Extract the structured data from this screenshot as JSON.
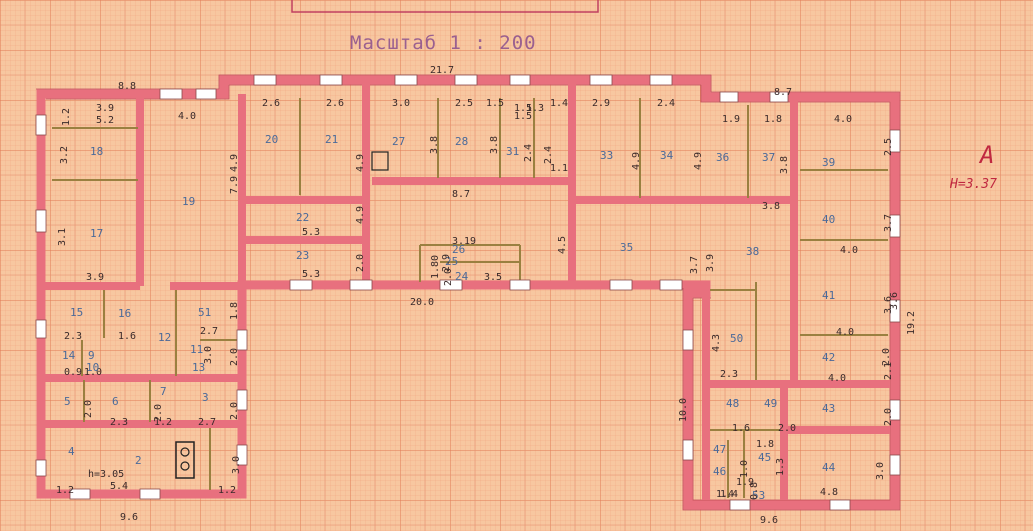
{
  "title": "Масштаб 1 : 200",
  "stamp_text": "",
  "mark": "А",
  "height_label": "Н=3.37",
  "height_note": "h=3.05",
  "outer_dims": [
    "8.8",
    "21.7",
    "8.7",
    "20.0",
    "19.2",
    "10.0",
    "9.6",
    "9.6",
    "5.4",
    "4.8"
  ],
  "rooms": [
    {
      "id": "2",
      "dims": []
    },
    {
      "id": "3",
      "dims": [
        "2.7"
      ]
    },
    {
      "id": "4",
      "dims": []
    },
    {
      "id": "5",
      "dims": [
        "2.0"
      ]
    },
    {
      "id": "6",
      "dims": [
        "2.3"
      ]
    },
    {
      "id": "7",
      "dims": [
        "1.2"
      ]
    },
    {
      "id": "9",
      "dims": [
        "1.0"
      ]
    },
    {
      "id": "10",
      "dims": [
        "0.9"
      ]
    },
    {
      "id": "11",
      "dims": [
        "3.0"
      ]
    },
    {
      "id": "12",
      "dims": [
        "2.7"
      ]
    },
    {
      "id": "13",
      "dims": []
    },
    {
      "id": "14",
      "dims": []
    },
    {
      "id": "15",
      "dims": [
        "2.3"
      ]
    },
    {
      "id": "16",
      "dims": [
        "1.6"
      ]
    },
    {
      "id": "17",
      "dims": [
        "3.1"
      ]
    },
    {
      "id": "18",
      "dims": [
        "3.2",
        "3.9"
      ]
    },
    {
      "id": "19",
      "dims": [
        "4.0"
      ]
    },
    {
      "id": "20",
      "dims": [
        "2.6"
      ]
    },
    {
      "id": "21",
      "dims": [
        "2.6"
      ]
    },
    {
      "id": "22",
      "dims": [
        "5.3"
      ]
    },
    {
      "id": "23",
      "dims": [
        "5.3"
      ]
    },
    {
      "id": "24",
      "dims": [
        "3.5"
      ]
    },
    {
      "id": "25",
      "dims": []
    },
    {
      "id": "26",
      "dims": [
        "8.7"
      ]
    },
    {
      "id": "27",
      "dims": [
        "3.0"
      ]
    },
    {
      "id": "28",
      "dims": [
        "2.5"
      ]
    },
    {
      "id": "31",
      "dims": [
        "1.5"
      ]
    },
    {
      "id": "33",
      "dims": [
        "2.9"
      ]
    },
    {
      "id": "34",
      "dims": [
        "2.4"
      ]
    },
    {
      "id": "35",
      "dims": [
        "4.5"
      ]
    },
    {
      "id": "36",
      "dims": [
        "1.9"
      ]
    },
    {
      "id": "37",
      "dims": [
        "1.8"
      ]
    },
    {
      "id": "38",
      "dims": [
        "3.9"
      ]
    },
    {
      "id": "39",
      "dims": [
        "4.0"
      ]
    },
    {
      "id": "40",
      "dims": [
        "4.0"
      ]
    },
    {
      "id": "41",
      "dims": [
        "3.6"
      ]
    },
    {
      "id": "42",
      "dims": [
        "4.0"
      ]
    },
    {
      "id": "43",
      "dims": [
        "4.0"
      ]
    },
    {
      "id": "44",
      "dims": [
        "3.0"
      ]
    },
    {
      "id": "45",
      "dims": []
    },
    {
      "id": "46",
      "dims": []
    },
    {
      "id": "47",
      "dims": []
    },
    {
      "id": "48",
      "dims": [
        "2.0"
      ]
    },
    {
      "id": "49",
      "dims": [
        "2.3"
      ]
    },
    {
      "id": "50",
      "dims": [
        "4.3"
      ]
    },
    {
      "id": "51",
      "dims": [
        "1.8"
      ]
    },
    {
      "id": "53",
      "dims": [
        "1.4"
      ]
    }
  ],
  "inner_dims": [
    "1.2",
    "3.9",
    "5.2",
    "4.9",
    "7.9",
    "4.9",
    "4.9",
    "1.5",
    "2.0",
    "2.0",
    "3.8",
    "3.8",
    "1.5",
    "1.3",
    "2.4",
    "2.4",
    "1.4",
    "1.1",
    "4.9",
    "4.9",
    "3.8",
    "3.8",
    "3.7",
    "2.5",
    "3.7",
    "3.6",
    "2.1",
    "2.0",
    "2.0",
    "3.0",
    "1.2",
    "1.2",
    "2.0",
    "2.0",
    "1.6",
    "1.8",
    "1.9",
    "1.4",
    "1.0",
    "0.8",
    "1.3",
    "3.19",
    "1.80",
    "2.9",
    "2.0"
  ],
  "colors": {
    "paper": "#f6c49a",
    "grid_minor": "#ef9f7a",
    "grid_major": "#e27a55",
    "wall": "#e8707e",
    "wall_edge": "#b83a4e",
    "partition": "#9a8040",
    "window": "#ffffff"
  }
}
